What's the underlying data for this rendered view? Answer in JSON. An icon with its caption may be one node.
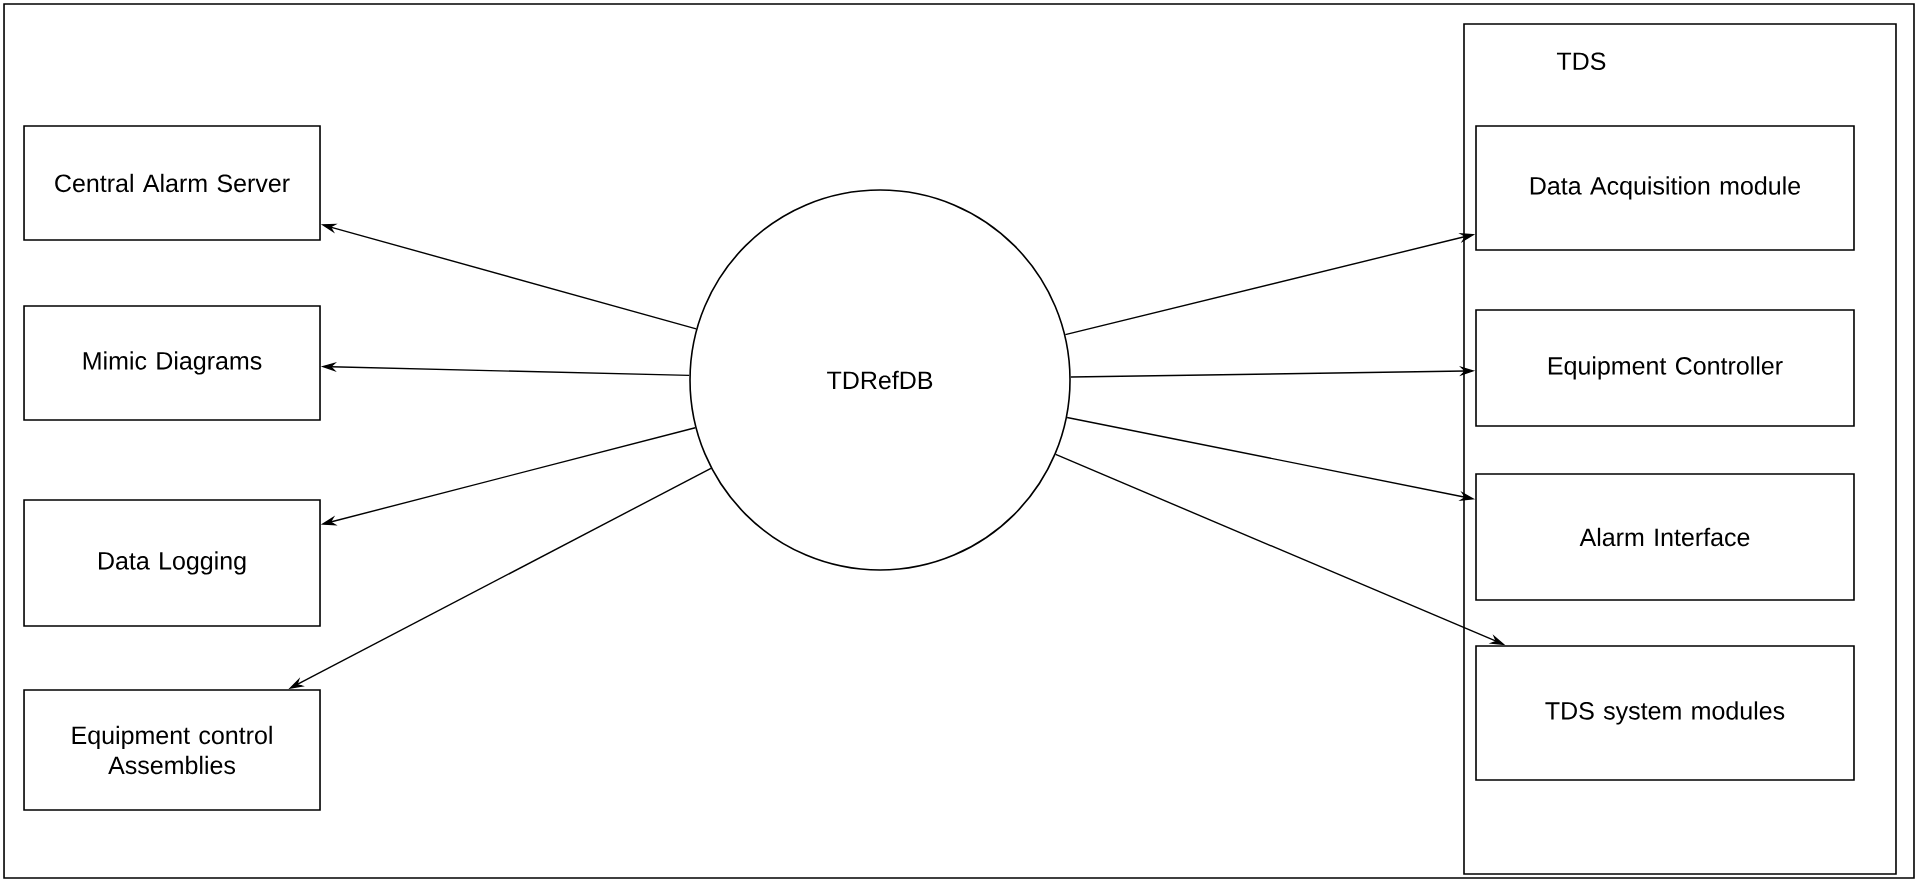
{
  "diagram": {
    "nodes": [
      {
        "text": [
          "Central Alarm Server"
        ]
      },
      {
        "text": [
          "Mimic Diagrams"
        ]
      },
      {
        "text": [
          "Data Logging"
        ]
      },
      {
        "text": [
          "Equipment control Assemblies"
        ]
      },
      {
        "text": [
          "TDRefDB"
        ]
      },
      {
        "text": [
          "TDS"
        ]
      },
      {
        "text": [
          "Data Acquisition module"
        ],
        "in": 5
      },
      {
        "text": [
          "Equipment Controller"
        ],
        "in": 5
      },
      {
        "text": [
          "Alarm Interface"
        ],
        "in": 5
      },
      {
        "text": [
          "TDS system modules"
        ],
        "in": 5
      }
    ],
    "edges": [
      {
        "from": 4,
        "to": 0,
        "arrow": "to"
      },
      {
        "from": 4,
        "to": 1,
        "arrow": "to"
      },
      {
        "from": 4,
        "to": 2,
        "arrow": "to"
      },
      {
        "from": 4,
        "to": 3,
        "arrow": "to"
      },
      {
        "from": 4,
        "to": 6,
        "arrow": "to"
      },
      {
        "from": 4,
        "to": 7,
        "arrow": "to"
      },
      {
        "from": 4,
        "to": 8,
        "arrow": "to"
      },
      {
        "from": 4,
        "to": 9,
        "arrow": "to"
      }
    ]
  }
}
